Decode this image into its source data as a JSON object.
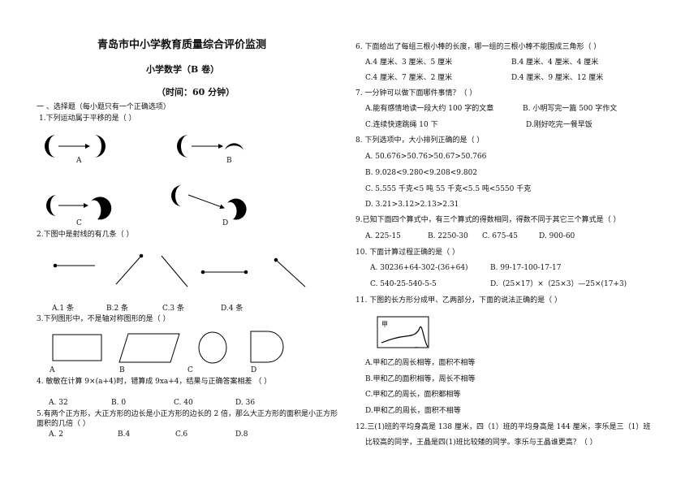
{
  "header": {
    "title": "青岛市中小学教育质量综合评价监测",
    "subject": "小学数学（B 卷）",
    "time": "（时间：60 分钟）"
  },
  "left": {
    "section": "一 、选择题（每小题只有一个正确选项）",
    "q1": {
      "text": "1.下列运动属于平移的是（     ）",
      "labels": [
        "A",
        "B",
        "C",
        "D"
      ]
    },
    "q2": {
      "text": "2.下图中是射线的有几条（     ）",
      "options": [
        "A.1 条",
        "B.2 条",
        "C.3 条",
        "D.4 条"
      ]
    },
    "q3": {
      "text": "3.下列图形中，不是轴对称图形的是（     ）",
      "labels": [
        "A",
        "B",
        "C",
        "D"
      ]
    },
    "q4": {
      "text": "4. 敏敏在计算 9×(a+4)时，错算成 9xa+4，结果与正确答案相差  （     ）",
      "options": [
        "A. 32",
        "B. 0",
        "C. 40",
        "D. 36"
      ]
    },
    "q5": {
      "line1": "5.有两个正方形，大正方形的边长是小正方形的边长的 2 倍，那么大正方形的面积是小正方形",
      "line2": "面积的几倍（     ）",
      "options": [
        "A. 2",
        "B.4",
        "C.6",
        "D.8"
      ]
    }
  },
  "right": {
    "q6": {
      "text": "6. 下面给出了每组三根小棒的长度，哪一组的三根小棒不能围成三角形（     ）",
      "options": [
        "A.4 厘米、3 厘米、5 厘米",
        "B.4 厘米、4 厘米、4 厘米",
        "C.4 厘米、7 厘米、2 厘米",
        "D.4 厘米、9 厘米、12 厘米"
      ]
    },
    "q7": {
      "text": "7. 一分钟可以做下面哪件事情？（     ）",
      "options": [
        "A.能有感情地读一段大约 100 字的文章",
        "B. 小明写完一篇 500 字作文",
        "C.连续快速跳绳 10 下",
        "D.刚好吃完一餐早饭"
      ]
    },
    "q8": {
      "text": "8. 下列选项中，大小排列正确的是（     ）",
      "options": [
        "A. 50.676>50.76>50.67>50.766",
        "B. 9.028<9.280<9.208<9.802",
        "C. 5.555 千克<5 吨 55 千克<5.5 吨<5550 千克",
        "D. 3.21>3.12>2.13>2.31"
      ]
    },
    "q9": {
      "text": "9.已知下面四个算式中，有三个算式的得数相同，得数不同于其它三个算式是（     ）",
      "options": [
        "A. 225-15",
        "B. 2250-30",
        "C. 675-45",
        "D. 900-60"
      ]
    },
    "q10": {
      "text": "10.  下面计算过程正确的是（     ）",
      "options": [
        "A. 30236+64-302-(36+64)",
        "B. 99-17-100-17-17",
        "C. 540-25-540-5-5",
        "D.（25×17）×（25×3）—25×(17+3)"
      ]
    },
    "q11": {
      "text": "11.   下图的长方形分成甲、乙两部分，下面的说法正确的是（     ）",
      "figure_label": "甲",
      "options": [
        "A.甲和乙的周长相等，面积不相等",
        "B.甲和乙的面积相等，周长不相等",
        "C.甲和乙的周长，面积都相等",
        "D.甲和乙的周长，面积不相等"
      ]
    },
    "q12": {
      "line1": "12.三(1)班的平均身高是 138 厘米，四（1）班的平均身高是 144 厘米，李乐是三（1）班",
      "line2": "比较高的同学，王晶是四(1)班比较矮的同学。李乐与王晶谁更高？（     ）"
    }
  }
}
